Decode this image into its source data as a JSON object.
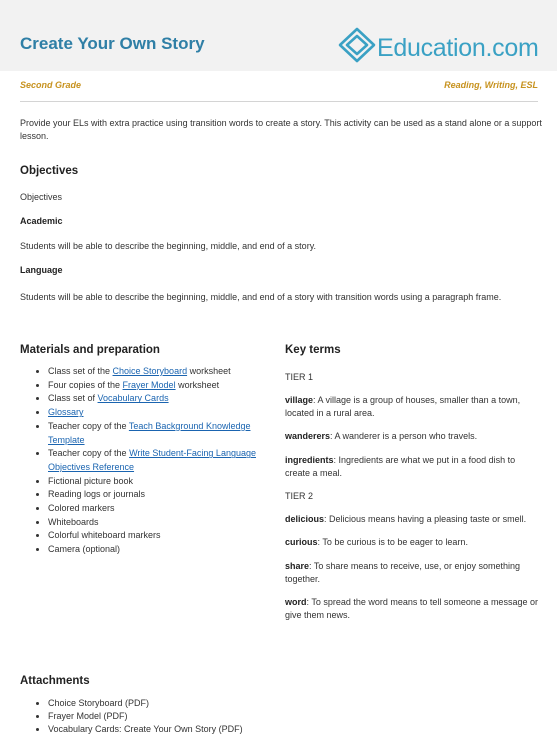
{
  "header": {
    "title": "Create Your Own Story",
    "logo_text": "Education.com",
    "logo_color": "#3aa1c4",
    "title_color": "#2f7fa6"
  },
  "meta": {
    "grade": "Second Grade",
    "subjects": "Reading, Writing, ESL",
    "accent_color": "#c7921e"
  },
  "intro": "Provide your ELs with extra practice using transition words to create a story. This activity can be used as a stand alone or a support lesson.",
  "objectives": {
    "heading": "Objectives",
    "subheading": "Objectives",
    "academic_heading": "Academic",
    "academic_text": "Students will be able to describe the beginning, middle, and end of a story.",
    "language_heading": "Language",
    "language_text": "Students will be able to describe the beginning, middle, and end of a story with transition words using a paragraph frame."
  },
  "materials": {
    "heading": "Materials and preparation",
    "items": [
      {
        "pre": "Class set of the ",
        "link": "Choice Storyboard",
        "post": " worksheet"
      },
      {
        "pre": "Four copies of the ",
        "link": "Frayer Model",
        "post": " worksheet"
      },
      {
        "pre": "Class set of ",
        "link": "Vocabulary Cards",
        "post": ""
      },
      {
        "pre": "",
        "link": "Glossary",
        "post": ""
      },
      {
        "pre": "Teacher copy of the ",
        "link": "Teach Background Knowledge Template",
        "post": ""
      },
      {
        "pre": "Teacher copy of the ",
        "link": "Write Student-Facing Language Objectives Reference",
        "post": ""
      },
      {
        "pre": "Fictional picture book",
        "link": "",
        "post": ""
      },
      {
        "pre": "Reading logs or journals",
        "link": "",
        "post": ""
      },
      {
        "pre": "Colored markers",
        "link": "",
        "post": ""
      },
      {
        "pre": "Whiteboards",
        "link": "",
        "post": ""
      },
      {
        "pre": "Colorful whiteboard markers",
        "link": "",
        "post": ""
      },
      {
        "pre": "Camera (optional)",
        "link": "",
        "post": ""
      }
    ]
  },
  "key_terms": {
    "heading": "Key terms",
    "tier1_label": "TIER 1",
    "tier1": [
      {
        "term": "village",
        "def": ": A village is a group of houses, smaller than a town, located in a rural area."
      },
      {
        "term": "wanderers",
        "def": ": A wanderer is a person who travels."
      },
      {
        "term": "ingredients",
        "def": ": Ingredients are what we put in a food dish to create a meal."
      }
    ],
    "tier2_label": "TIER 2",
    "tier2": [
      {
        "term": "delicious",
        "def": ": Delicious means having a pleasing taste or smell."
      },
      {
        "term": "curious",
        "def": ": To be curious is to be eager to learn."
      },
      {
        "term": "share",
        "def": ": To share means to receive, use, or enjoy something together."
      },
      {
        "term": "word",
        "def": ": To spread the word means to tell someone a message or give them news."
      }
    ]
  },
  "attachments": {
    "heading": "Attachments",
    "items": [
      "Choice Storyboard (PDF)",
      "Frayer Model (PDF)",
      "Vocabulary Cards: Create Your Own Story (PDF)"
    ]
  }
}
